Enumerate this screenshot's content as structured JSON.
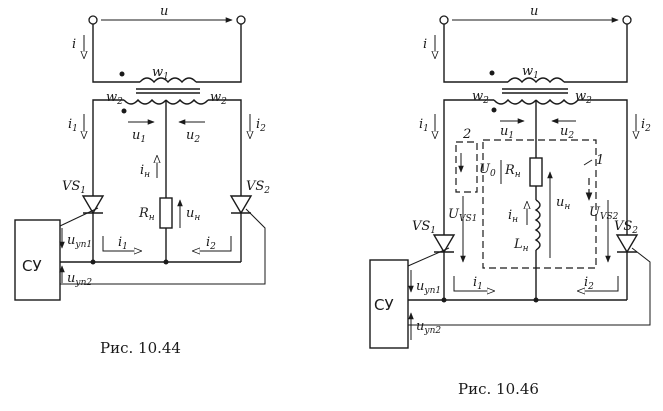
{
  "fig44": {
    "caption": "Рис. 10.44",
    "u": "u",
    "i": "i",
    "w_main": "w",
    "u_sym": "u",
    "R": "R",
    "VS": "VS",
    "cu": "СУ",
    "sub1": "1",
    "sub2": "2",
    "sub_n": "н",
    "sub_yp1": "уп1",
    "sub_yp2": "уп2"
  },
  "fig46": {
    "caption": "Рис. 10.46",
    "u": "u",
    "i": "i",
    "w_main": "w",
    "u_sym": "u",
    "R": "R",
    "L": "L",
    "U0": "U",
    "Usym": "U",
    "VS": "VS",
    "cu": "СУ",
    "loop1": "1",
    "loop2": "2",
    "sub0": "0",
    "sub1": "1",
    "sub2": "2",
    "sub_n": "н",
    "sub_vs1": "VS1",
    "sub_vs2": "VS2",
    "sub_yp1": "уп1",
    "sub_yp2": "уп2"
  }
}
